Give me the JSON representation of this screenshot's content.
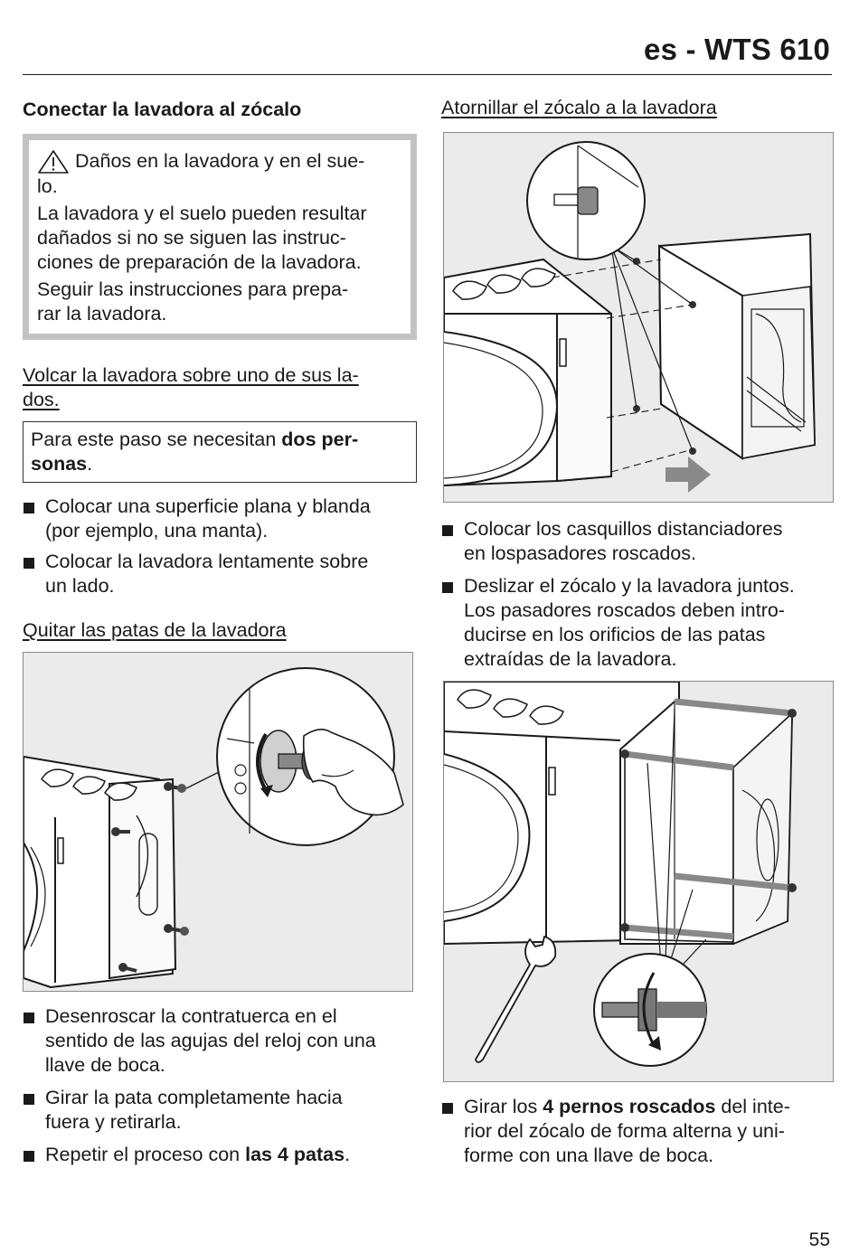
{
  "header": {
    "title": "es - WTS 610"
  },
  "left": {
    "heading": "Conectar la lavadora al zócalo",
    "warning": {
      "title_line1": "Daños en la lavadora y en el sue-",
      "title_line2": "lo.",
      "body_line1": "La lavadora y el suelo pueden resultar",
      "body_line2": "dañados si no se siguen las instruc-",
      "body_line3": "ciones de preparación de la lavadora.",
      "action_line1": "Seguir las instrucciones para prepa-",
      "action_line2": "rar la lavadora."
    },
    "subhead_tip_line1": "Volcar la lavadora sobre uno de sus la-",
    "subhead_tip_line2": "dos.",
    "note": {
      "text_before": "Para este paso se necesitan ",
      "bold_line1": "dos per-",
      "bold_line2": "sonas",
      "text_after": "."
    },
    "tip_bullets": [
      {
        "line1": "Colocar una superficie plana y blanda",
        "line2": "(por ejemplo, una manta)."
      },
      {
        "line1": "Colocar la lavadora lentamente sobre",
        "line2": "un lado."
      }
    ],
    "subhead_feet": "Quitar las patas de la lavadora",
    "feet_bullets": [
      {
        "line1": "Desenroscar la contratuerca en el",
        "line2": "sentido de las agujas del reloj con una",
        "line3": "llave de boca."
      },
      {
        "line1": "Girar la pata completamente hacia",
        "line2": "fuera y retirarla."
      }
    ],
    "repeat_bullet": {
      "text_before": "Repetir el proceso con ",
      "bold": "las 4 patas",
      "text_after": "."
    }
  },
  "right": {
    "subhead_screw": "Atornillar el zócalo a la lavadora",
    "screw_bullets": [
      {
        "line1": "Colocar los casquillos distanciadores",
        "line2": "en lospasadores roscados."
      },
      {
        "line1": "Deslizar el zócalo y la lavadora juntos.",
        "line2": "Los pasadores roscados deben intro-",
        "line3": "ducirse en los orificios de las patas",
        "line4": "extraídas de la lavadora."
      }
    ],
    "bolts_bullet": {
      "text_before": "Girar los ",
      "bold": "4 pernos roscados",
      "text_after_line1": " del inte-",
      "line2": "rior del zócalo de forma alterna y uni-",
      "line3": "forme con una llave de boca."
    }
  },
  "page_number": "55"
}
